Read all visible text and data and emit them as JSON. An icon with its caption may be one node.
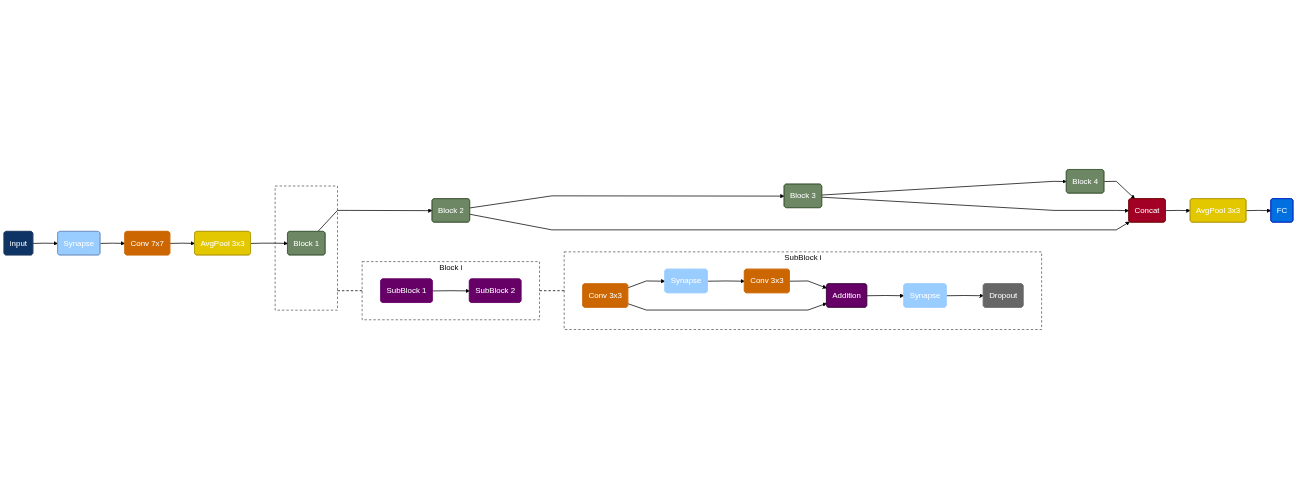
{
  "diagram": {
    "nodes": [
      {
        "text": [
          "input"
        ]
      },
      {
        "text": [
          "Synapse"
        ]
      },
      {
        "text": [
          "Conv 7x7"
        ]
      },
      {
        "text": [
          "AvgPool 3x3"
        ]
      },
      {
        "text": [],
        "shape": "box"
      },
      {
        "text": [
          "Block 1"
        ],
        "in": 4
      },
      {
        "text": [
          "Block 2"
        ]
      },
      {
        "text": [
          "Block 3"
        ]
      },
      {
        "text": [
          "Block 4"
        ]
      },
      {
        "text": [
          "Concat"
        ]
      },
      {
        "text": [
          "AvgPool 3x3"
        ]
      },
      {
        "text": [
          "FC"
        ]
      },
      {
        "text": [
          "Block i"
        ]
      },
      {
        "text": [
          "SubBlock 1"
        ],
        "in": 12
      },
      {
        "text": [
          "SubBlock 2"
        ],
        "in": 12
      },
      {
        "text": [
          "SubBlock i"
        ]
      },
      {
        "text": [
          "Conv 3x3"
        ],
        "in": 15
      },
      {
        "text": [
          "Synapse"
        ],
        "in": 15
      },
      {
        "text": [
          "Conv 3x3"
        ],
        "in": 15
      },
      {
        "text": [
          "Addition"
        ],
        "in": 15
      },
      {
        "text": [
          "Synapse"
        ],
        "in": 15
      },
      {
        "text": [
          "Dropout"
        ],
        "in": 15
      }
    ],
    "edges": [
      {
        "from": 0,
        "to": 1,
        "arrow": "to"
      },
      {
        "from": 1,
        "to": 2,
        "arrow": "to"
      },
      {
        "from": 2,
        "to": 3,
        "arrow": "to"
      },
      {
        "from": 3,
        "to": 5,
        "arrow": "to"
      },
      {
        "from": 5,
        "to": 6,
        "arrow": "to"
      },
      {
        "from": 6,
        "to": 7,
        "arrow": "to"
      },
      {
        "from": 7,
        "to": 8,
        "arrow": "to"
      },
      {
        "from": 8,
        "to": 9,
        "arrow": "to"
      },
      {
        "from": 6,
        "to": 9,
        "arrow": "to"
      },
      {
        "from": 7,
        "to": 9,
        "arrow": "to"
      },
      {
        "from": 9,
        "to": 10,
        "arrow": "to"
      },
      {
        "from": 10,
        "to": 11,
        "arrow": "to"
      },
      {
        "from": 4,
        "to": 12,
        "arrow": "none",
        "style": "dashed"
      },
      {
        "from": 13,
        "to": 14,
        "arrow": "to"
      },
      {
        "from": 12,
        "to": 15,
        "arrow": "none",
        "style": "dashed"
      },
      {
        "from": 16,
        "to": 17,
        "arrow": "to"
      },
      {
        "from": 17,
        "to": 18,
        "arrow": "to"
      },
      {
        "from": 18,
        "to": 19,
        "arrow": "to"
      },
      {
        "from": 16,
        "to": 19,
        "arrow": "to"
      },
      {
        "from": 19,
        "to": 20,
        "arrow": "to"
      },
      {
        "from": 20,
        "to": 21,
        "arrow": "to"
      }
    ]
  }
}
